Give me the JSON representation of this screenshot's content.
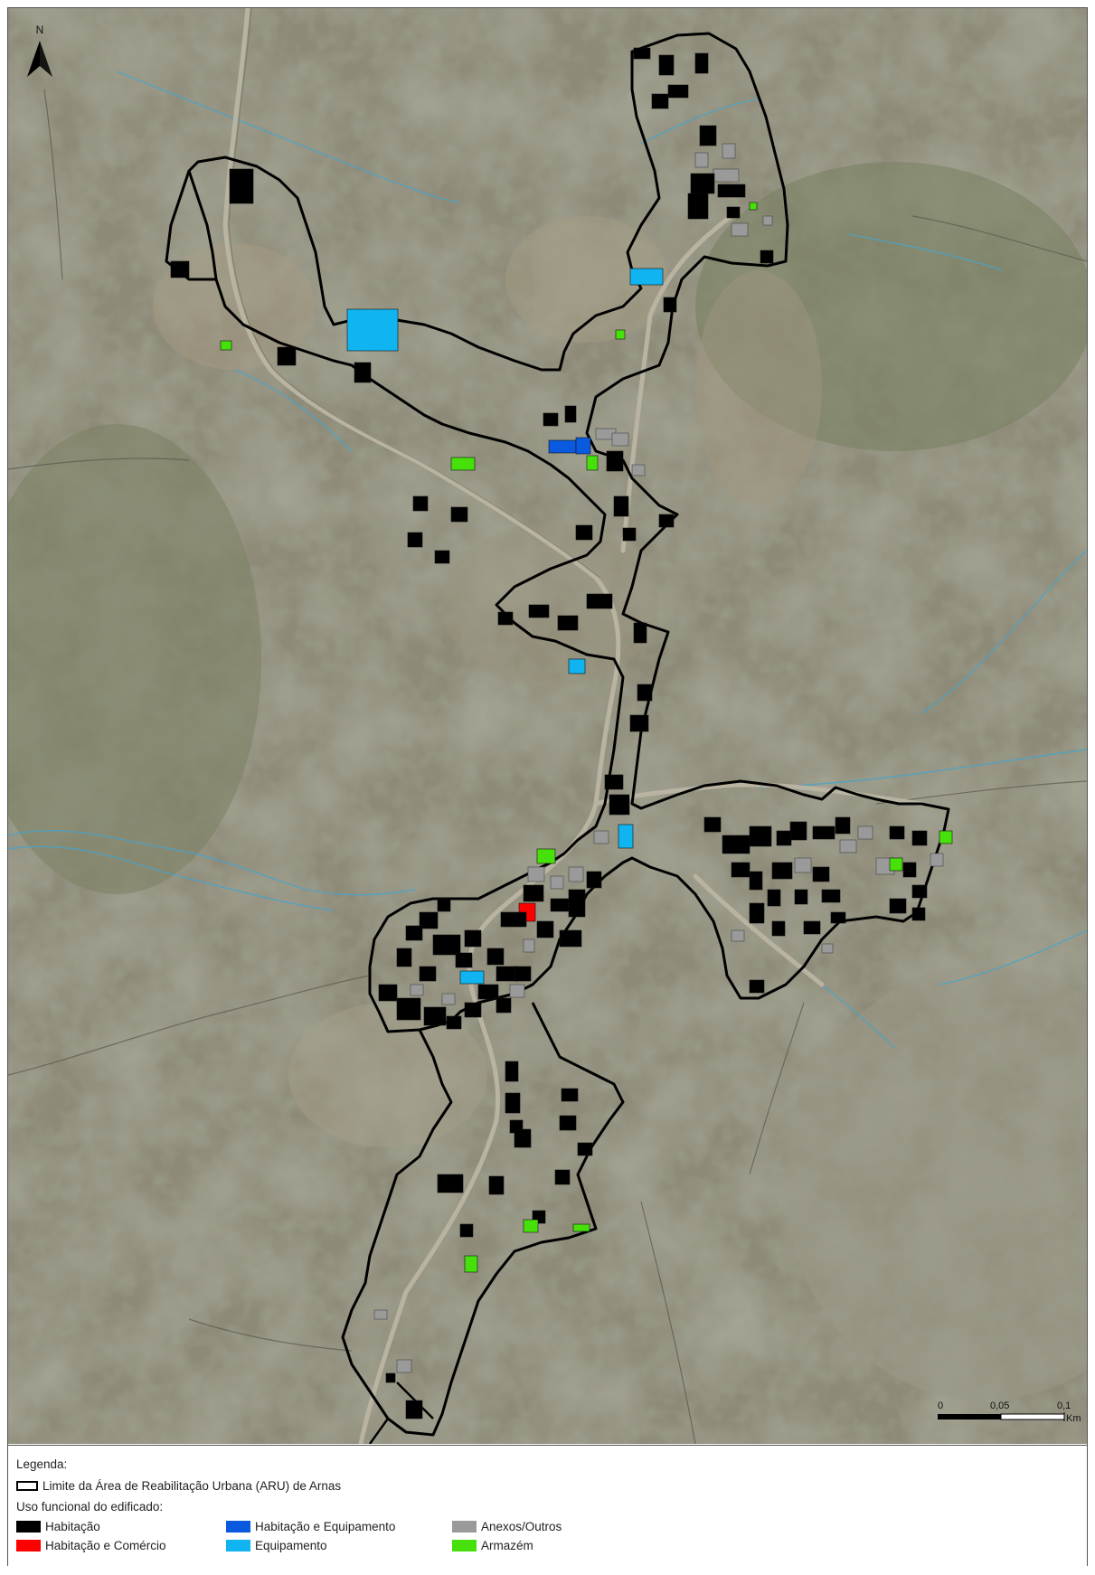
{
  "map": {
    "north_label": "N",
    "scale": {
      "ticks": [
        "0",
        "0,05",
        "0,1"
      ],
      "unit": "Km"
    }
  },
  "legend": {
    "title": "Legenda:",
    "boundary_label": "Limite da Área de Reabilitação Urbana (ARU) de Arnas",
    "subtitle": "Uso funcional do edificado:",
    "items": [
      {
        "label": "Habitação",
        "color": "#000000"
      },
      {
        "label": "Habitação e Comércio",
        "color": "#ff0000"
      },
      {
        "label": "Habitação e Equipamento",
        "color": "#0a5ae0"
      },
      {
        "label": "Equipamento",
        "color": "#10b4f0"
      },
      {
        "label": "Anexos/Outros",
        "color": "#9a9a9a"
      },
      {
        "label": "Armazém",
        "color": "#46e00a"
      }
    ]
  }
}
